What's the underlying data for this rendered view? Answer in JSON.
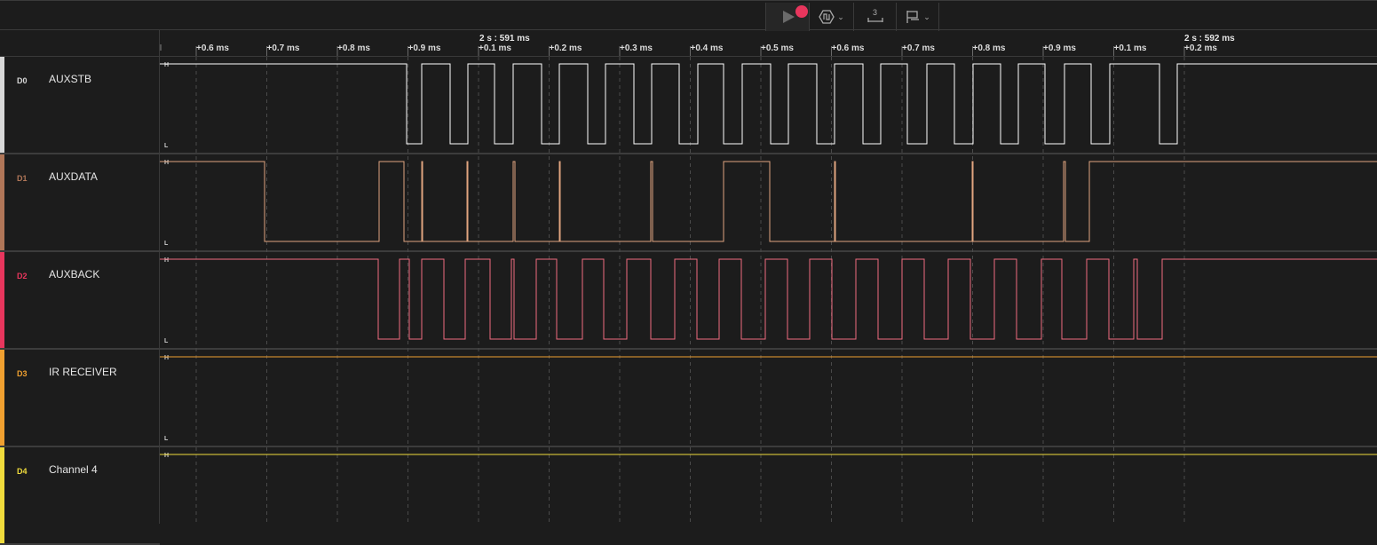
{
  "toolbar": {
    "run_button": "play-icon",
    "trigger_button": "trigger-icon",
    "count_label": "3",
    "marker_button": "marker-icon"
  },
  "ruler": {
    "ticks": [
      "+0.6 ms",
      "+0.7 ms",
      "+0.8 ms",
      "+0.9 ms",
      "+0.1 ms",
      "+0.2 ms",
      "+0.3 ms",
      "+0.4 ms",
      "+0.5 ms",
      "+0.6 ms",
      "+0.7 ms",
      "+0.8 ms",
      "+0.9 ms",
      "+0.1 ms",
      "+0.2 ms"
    ],
    "anchors": [
      "2 s : 591 ms",
      "2 s : 592 ms"
    ]
  },
  "channels": [
    {
      "id": "D0",
      "name": "AUXSTB",
      "color": "#d8d8d8",
      "wave": "#ffffff",
      "transitions": [
        458,
        475,
        507,
        527,
        557,
        578,
        610,
        630,
        662,
        682,
        714,
        734,
        765,
        786,
        815,
        836,
        868,
        888,
        920,
        940,
        972,
        992,
        1022,
        1044,
        1075,
        1096,
        1127,
        1147,
        1177,
        1199,
        1229,
        1250,
        1306,
        1326
      ],
      "start": "H"
    },
    {
      "id": "D1",
      "name": "AUXDATA",
      "color": "#b07658",
      "wave": "#e0a57f",
      "transitions": [
        298,
        427,
        455,
        475,
        476,
        526,
        527,
        578,
        580,
        630,
        631,
        733,
        735,
        815,
        867,
        940,
        941,
        1095,
        1096,
        1198,
        1200,
        1227
      ],
      "start": "H"
    },
    {
      "id": "D2",
      "name": "AUXBACK",
      "color": "#e8365d",
      "wave": "#f06b7f",
      "transitions": [
        426,
        450,
        461,
        475,
        500,
        524,
        552,
        576,
        579,
        604,
        627,
        656,
        680,
        706,
        733,
        760,
        785,
        810,
        835,
        862,
        887,
        912,
        937,
        964,
        989,
        1016,
        1041,
        1068,
        1093,
        1120,
        1145,
        1173,
        1196,
        1224,
        1249,
        1277,
        1281,
        1309
      ],
      "start": "H"
    },
    {
      "id": "D3",
      "name": "IR RECEIVER",
      "color": "#f0a030",
      "wave": "#f0a030",
      "transitions": [],
      "start": "H"
    },
    {
      "id": "D4",
      "name": "Channel 4",
      "color": "#f0dc3c",
      "wave": "#f0dc3c",
      "transitions": [],
      "start": "H"
    }
  ],
  "level_labels": {
    "high": "H",
    "low": "L"
  }
}
